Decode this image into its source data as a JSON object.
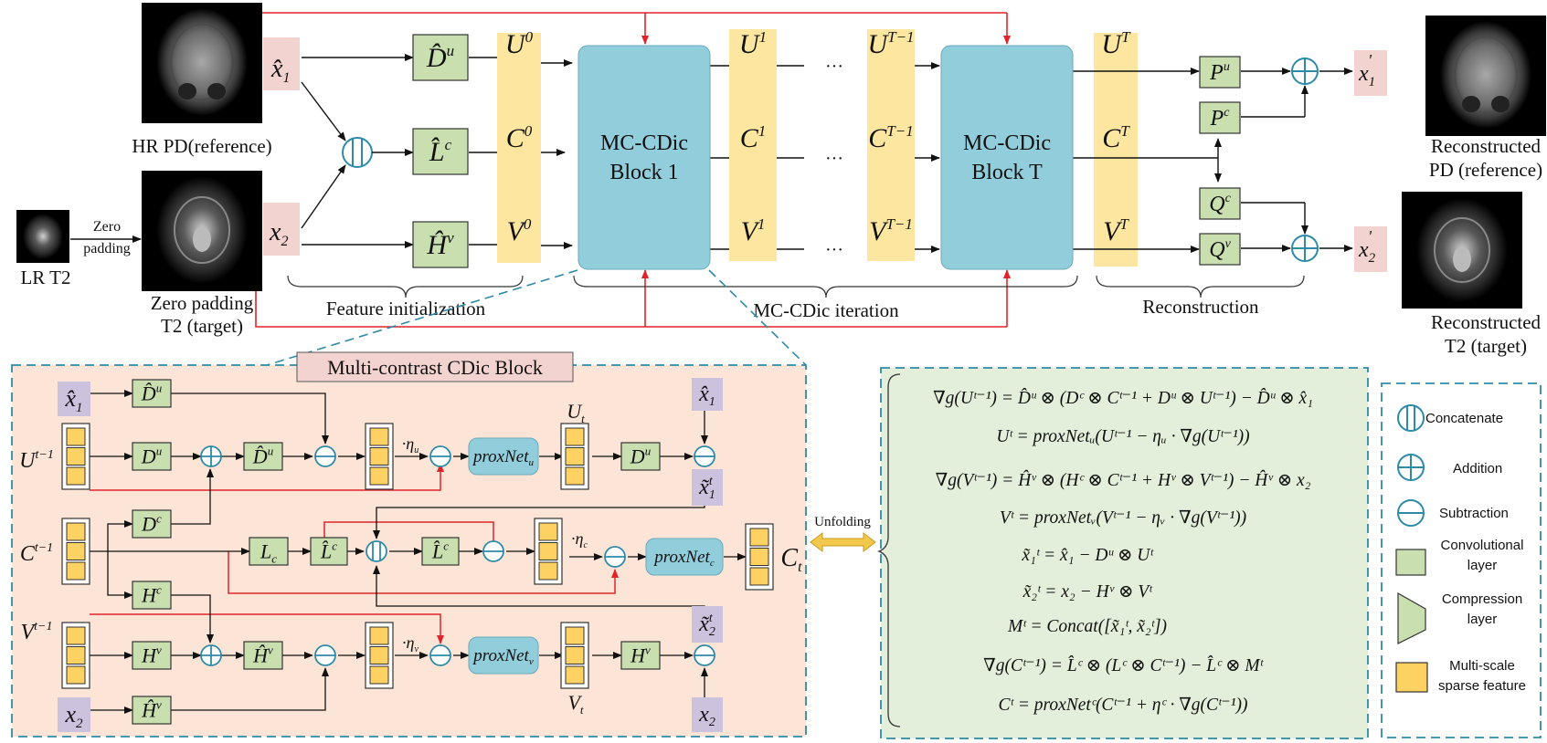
{
  "top": {
    "inputs": {
      "lr_t2": "LR T2",
      "zero_padding_arrow": [
        "Zero",
        "padding"
      ],
      "hr_pd": "HR PD(reference)",
      "zero_padding_t2": [
        "Zero padding",
        "T2 (target)"
      ]
    },
    "vars": {
      "x1_hat": "x̂",
      "x1_sub": "1",
      "x2": "x",
      "x2_sub": "2"
    },
    "init_ops": [
      {
        "base": "D̂",
        "sup": "u"
      },
      {
        "base": "L̂",
        "sup": "c"
      },
      {
        "base": "Ĥ",
        "sup": "v"
      }
    ],
    "feat0": [
      {
        "base": "U",
        "sup": "0"
      },
      {
        "base": "C",
        "sup": "0"
      },
      {
        "base": "V",
        "sup": "0"
      }
    ],
    "block1": [
      "MC-CDic",
      "Block 1"
    ],
    "feat1": [
      {
        "base": "U",
        "sup": "1"
      },
      {
        "base": "C",
        "sup": "1"
      },
      {
        "base": "V",
        "sup": "1"
      }
    ],
    "ellipsis": "···",
    "featTm1": [
      {
        "base": "U",
        "sup": "T−1"
      },
      {
        "base": "C",
        "sup": "T−1"
      },
      {
        "base": "V",
        "sup": "T−1"
      }
    ],
    "blockT": [
      "MC-CDic",
      "Block T"
    ],
    "featT": [
      {
        "base": "U",
        "sup": "T"
      },
      {
        "base": "C",
        "sup": "T"
      },
      {
        "base": "V",
        "sup": "T"
      }
    ],
    "recon_ops": [
      {
        "base": "P",
        "sup": "u"
      },
      {
        "base": "P",
        "sup": "c"
      },
      {
        "base": "Q",
        "sup": "c"
      },
      {
        "base": "Q",
        "sup": "v"
      }
    ],
    "outputs": [
      {
        "base": "x",
        "sub": "1",
        "prime": "'"
      },
      {
        "base": "x",
        "sub": "2",
        "prime": "'"
      }
    ],
    "recon_pd": [
      "Reconstructed",
      "PD (reference)"
    ],
    "recon_t2": [
      "Reconstructed",
      "T2 (target)"
    ],
    "brace_labels": {
      "feature_init": "Feature initialization",
      "iteration": "MC-CDic iteration",
      "reconstruction": "Reconstruction"
    }
  },
  "block": {
    "title": "Multi-contrast CDic Block",
    "inputs": {
      "U": {
        "base": "U",
        "sup": "t−1"
      },
      "C": {
        "base": "C",
        "sup": "t−1"
      },
      "V": {
        "base": "V",
        "sup": "t−1"
      }
    },
    "ops": {
      "Du_hat": {
        "base": "D̂",
        "sup": "u"
      },
      "Du": {
        "base": "D",
        "sup": "u"
      },
      "Dc": {
        "base": "D",
        "sup": "c"
      },
      "Hc": {
        "base": "H",
        "sup": "c"
      },
      "Lc": {
        "base": "L",
        "sub": "c"
      },
      "Lc_hat": {
        "base": "L̂",
        "sup": "c"
      },
      "Hv": {
        "base": "H",
        "sup": "v"
      },
      "Hv_hat": {
        "base": "Ĥ",
        "sup": "v"
      }
    },
    "eta_u": {
      "base": "·η",
      "sub": "u"
    },
    "eta_c": {
      "base": "·η",
      "sub": "c"
    },
    "eta_v": {
      "base": "·η",
      "sub": "v"
    },
    "prox_u": {
      "base": "proxNet",
      "sub": "u"
    },
    "prox_c": {
      "base": "proxNet",
      "sub": "c"
    },
    "prox_v": {
      "base": "proxNet",
      "sub": "v"
    },
    "out_U": {
      "base": "U",
      "sub": "t"
    },
    "out_C": {
      "base": "C",
      "sub": "t"
    },
    "out_V": {
      "base": "V",
      "sub": "t"
    },
    "x1_hat": {
      "base": "x̂",
      "sub": "1"
    },
    "x1_tilde": {
      "base": "x̃",
      "sub": "1",
      "sup": "t"
    },
    "x2_tilde": {
      "base": "x̃",
      "sub": "2",
      "sup": "t"
    },
    "x2": {
      "base": "x",
      "sub": "2"
    }
  },
  "unfolding": "Unfolding",
  "equations": [
    "∇g(Uᵗ⁻¹) = D̂ᵘ ⊗ (Dᶜ ⊗ Cᵗ⁻¹ + Dᵘ ⊗ Uᵗ⁻¹) − D̂ᵘ ⊗ x̂₁",
    "Uᵗ = proxNetᵤ(Uᵗ⁻¹ − ηᵤ · ∇g(Uᵗ⁻¹))",
    "∇g(Vᵗ⁻¹) = Ĥᵛ ⊗ (Hᶜ ⊗ Cᵗ⁻¹ + Hᵛ ⊗ Vᵗ⁻¹) − Ĥᵛ ⊗ x₂",
    "Vᵗ = proxNetᵥ(Vᵗ⁻¹ − ηᵥ · ∇g(Vᵗ⁻¹))",
    "x̃₁ᵗ = x̂₁ − Dᵘ ⊗ Uᵗ",
    "x̃₂ᵗ = x₂ − Hᵛ ⊗ Vᵗ",
    "Mᵗ = Concat([x̃₁ᵗ, x̃₂ᵗ])",
    "∇g(Cᵗ⁻¹) = L̂ᶜ ⊗ (Lᶜ ⊗ Cᵗ⁻¹) − L̂ᶜ ⊗ Mᵗ",
    "Cᵗ = proxNetᶜ(Cᵗ⁻¹ + ηᶜ · ∇g(Cᵗ⁻¹))"
  ],
  "legend": {
    "concatenate": "Concatenate",
    "addition": "Addition",
    "subtraction": "Subtraction",
    "conv": [
      "Convolutional",
      "layer"
    ],
    "compression": [
      "Compression",
      "layer"
    ],
    "sparse": [
      "Multi-scale",
      "sparse feature"
    ]
  },
  "colors": {
    "green": "#c9dfb0",
    "yellow": "#fde7a0",
    "blue": "#92cddb",
    "pink": "#f3d3cf",
    "lavender": "#cdc2de",
    "orange_panel": "#fce4d6",
    "eq_panel": "#e3efda",
    "red": "#e0242a",
    "teal": "#2e8aa6"
  }
}
